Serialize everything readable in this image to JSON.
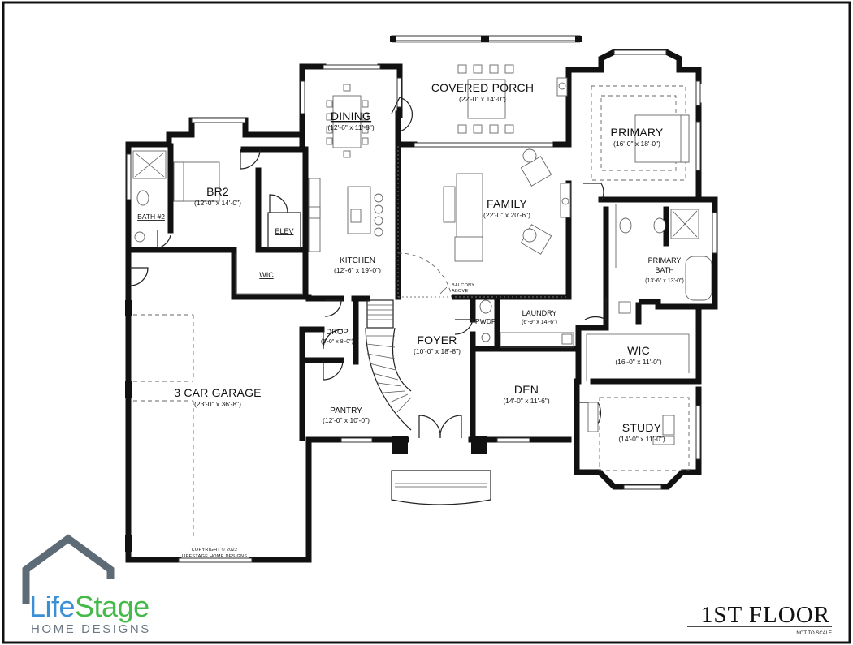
{
  "plan": {
    "title": "1ST FLOOR",
    "subtitle": "NOT TO SCALE",
    "copyright_line1": "COPYRIGHT © 2022",
    "copyright_line2": "LIFESTAGE HOME DESIGNS",
    "balcony_note_1": "BALCONY",
    "balcony_note_2": "ABOVE"
  },
  "logo": {
    "name_part1": "Life",
    "name_part2": "Stage",
    "tagline": "HOME DESIGNS",
    "colors": {
      "life": "#3b8fd4",
      "stage": "#45b94a",
      "house": "#5d6b77",
      "tagline": "#6b7782"
    }
  },
  "rooms": {
    "covered_porch": {
      "name": "COVERED PORCH",
      "dims": "(22'-0\" x 14'-0\")"
    },
    "dining": {
      "name": "DINING",
      "dims": "(12'-6\" x 11'-8\")"
    },
    "primary": {
      "name": "PRIMARY",
      "dims": "(16'-0\" x 18'-0\")"
    },
    "br2": {
      "name": "BR2",
      "dims": "(12'-0\" x 14'-0\")"
    },
    "bath2": {
      "name": "BATH #2"
    },
    "elev": {
      "name": "ELEV"
    },
    "family": {
      "name": "FAMILY",
      "dims": "(22'-0\" x 20'-6\")"
    },
    "kitchen": {
      "name": "KITCHEN",
      "dims": "(12'-6\" x 19'-0\")"
    },
    "wic_small": {
      "name": "WIC"
    },
    "primary_bath_1": {
      "name": "PRIMARY"
    },
    "primary_bath_2": {
      "name": "BATH"
    },
    "primary_bath_dims": {
      "dims": "(13'-6\" x 13'-0\")"
    },
    "pwdr": {
      "name": "PWDR"
    },
    "laundry": {
      "name": "LAUNDRY",
      "dims": "(6'-9\" x 14'-6\")"
    },
    "drop": {
      "name": "DROP",
      "dims": "(6'-0\" x 8'-0\")"
    },
    "foyer": {
      "name": "FOYER",
      "dims": "(10'-0\" x 18'-8\")"
    },
    "wic": {
      "name": "WIC",
      "dims": "(16'-0\" x 11'-0\")"
    },
    "garage": {
      "name": "3 CAR GARAGE",
      "dims": "(23'-0\" x 36'-8\")"
    },
    "den": {
      "name": "DEN",
      "dims": "(14'-0\" x 11'-6\")"
    },
    "pantry": {
      "name": "PANTRY",
      "dims": "(12'-0\" x 10'-0\")"
    },
    "study": {
      "name": "STUDY",
      "dims": "(14'-0\" x 11'-0\")"
    }
  }
}
